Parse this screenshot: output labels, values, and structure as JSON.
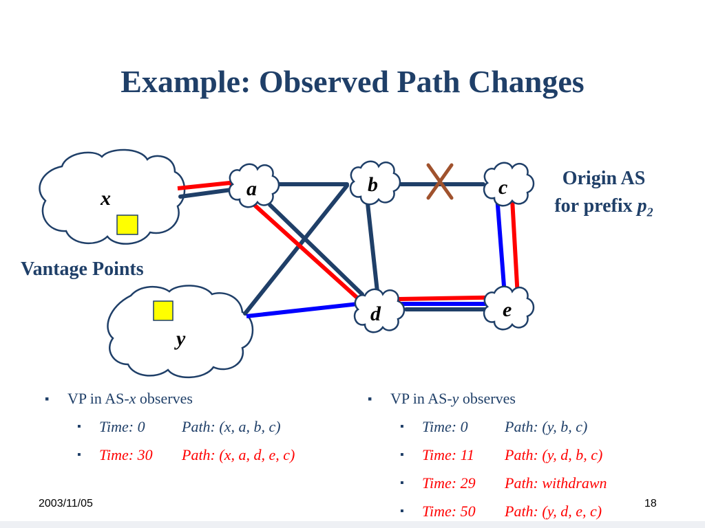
{
  "title": "Example: Observed Path Changes",
  "nodes": {
    "x": "x",
    "y": "y",
    "a": "a",
    "b": "b",
    "c": "c",
    "d": "d",
    "e": "e"
  },
  "origin": {
    "line1": "Origin AS",
    "line2_prefix": "for prefix",
    "prefix_letter": "p",
    "prefix_sub": "2"
  },
  "vantage_points_label": "Vantage Points",
  "colors": {
    "title": "#1f3f68",
    "link": "#1f3f68",
    "red_path": "#ff0000",
    "blue_path": "#0000ff",
    "failed_link_mark": "#a0522d",
    "vantage_point_box": "#ffff00"
  },
  "left_list": {
    "heading_prefix": "VP in AS-",
    "heading_as": "x",
    "heading_suffix": " observes",
    "items": [
      {
        "time": "Time: 0",
        "path": "Path: (x, a, b, c)",
        "highlight": false
      },
      {
        "time": "Time: 30",
        "path": "Path: (x, a, d, e, c)",
        "highlight": true
      }
    ]
  },
  "right_list": {
    "heading_prefix": "VP in AS-",
    "heading_as": "y",
    "heading_suffix": " observes",
    "items": [
      {
        "time": "Time: 0",
        "path": "Path: (y, b, c)",
        "highlight": false
      },
      {
        "time": "Time: 11",
        "path": "Path: (y, d, b, c)",
        "highlight": true
      },
      {
        "time": "Time: 29",
        "path": "Path: withdrawn",
        "highlight": true
      },
      {
        "time": "Time: 50",
        "path": "Path: (y, d, e, c)",
        "highlight": true
      }
    ]
  },
  "footer": {
    "date": "2003/11/05",
    "page": "18"
  }
}
